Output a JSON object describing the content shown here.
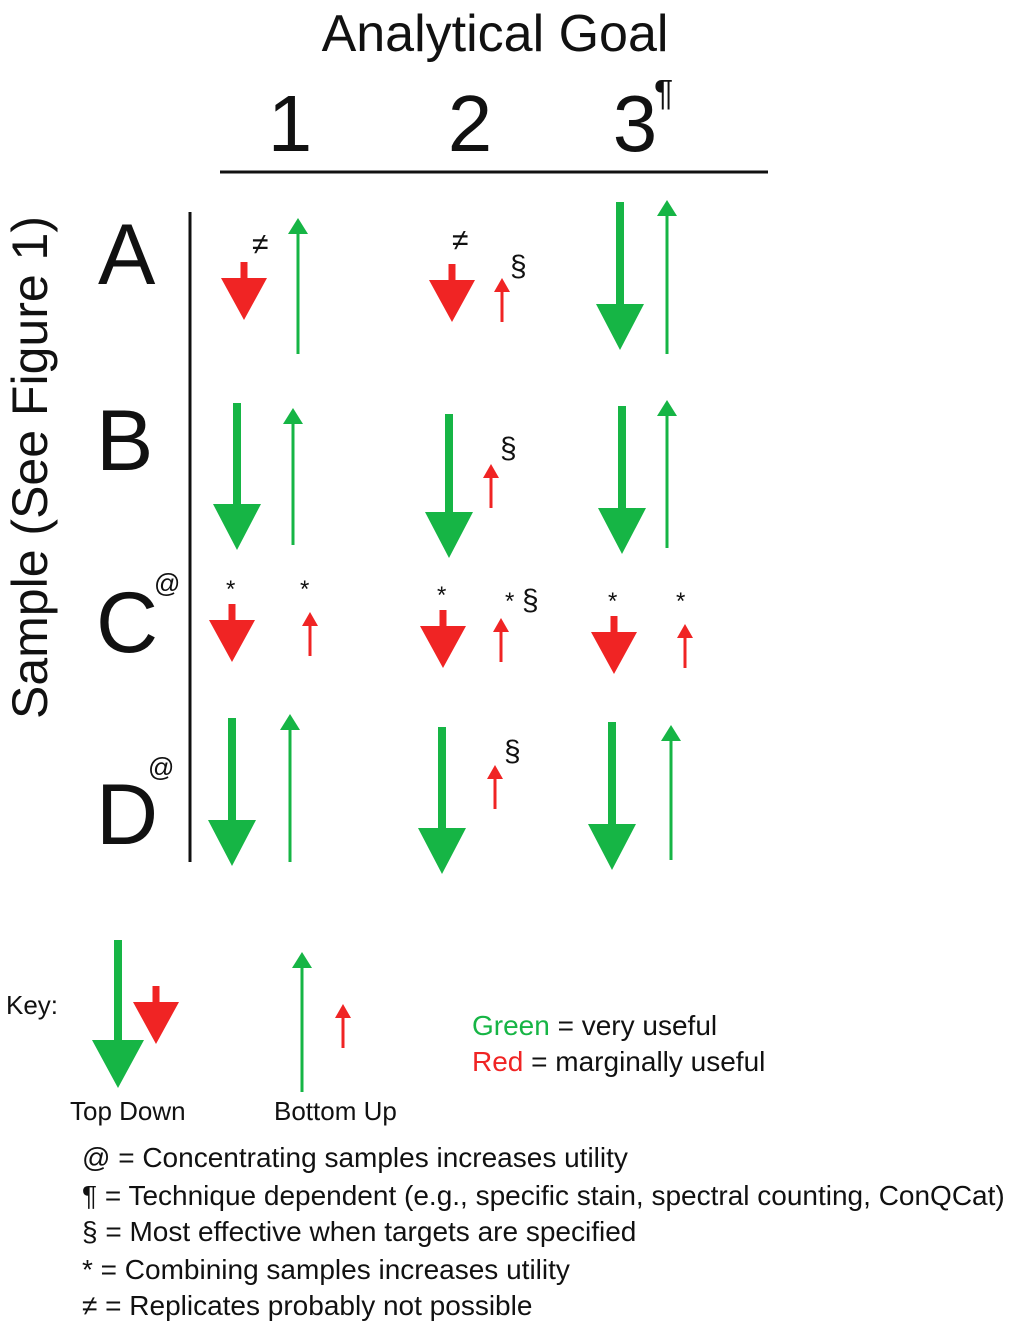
{
  "header": {
    "title": "Analytical Goal",
    "columns": [
      "1",
      "2",
      "3"
    ],
    "column3_mark": "¶"
  },
  "side_label": "Sample (See Figure 1)",
  "rows": [
    {
      "label": "A",
      "mark": ""
    },
    {
      "label": "B",
      "mark": ""
    },
    {
      "label": "C",
      "mark": "@"
    },
    {
      "label": "D",
      "mark": "@"
    }
  ],
  "cell_symbols": {
    "a1_ne": "≠",
    "a2_ne": "≠",
    "a2_sec": "§",
    "b2_sec": "§",
    "c1_ast_a": "*",
    "c1_ast_b": "*",
    "c2_ast_a": "*",
    "c2_ast_b": "*",
    "c2_sec": "§",
    "c3_ast_a": "*",
    "c3_ast_b": "*",
    "d2_sec": "§"
  },
  "colors": {
    "green": "#16b545",
    "red": "#f02424"
  },
  "arrow_legend": {
    "A1": [
      "top-down red",
      "bottom-up green"
    ],
    "A2": [
      "top-down red",
      "bottom-up red"
    ],
    "A3": [
      "top-down green",
      "bottom-up green"
    ],
    "B1": [
      "top-down green",
      "bottom-up green"
    ],
    "B2": [
      "top-down green",
      "bottom-up red"
    ],
    "B3": [
      "top-down green",
      "bottom-up green"
    ],
    "C1": [
      "top-down red",
      "bottom-up red"
    ],
    "C2": [
      "top-down red",
      "bottom-up red"
    ],
    "C3": [
      "top-down red",
      "bottom-up red"
    ],
    "D1": [
      "top-down green",
      "bottom-up green"
    ],
    "D2": [
      "top-down green",
      "bottom-up red"
    ],
    "D3": [
      "top-down green",
      "bottom-up green"
    ]
  },
  "key": {
    "label": "Key:",
    "top_down": "Top Down",
    "bottom_up": "Bottom Up",
    "green_word": "Green",
    "green_text": " = very useful",
    "red_word": "Red",
    "red_text": " = marginally useful"
  },
  "notes": [
    "@ = Concentrating samples increases utility",
    "¶ = Technique dependent (e.g., specific stain, spectral counting, ConQCat)",
    "§ = Most effective when targets are specified",
    "* = Combining samples increases utility",
    "≠ = Replicates probably not possible"
  ]
}
